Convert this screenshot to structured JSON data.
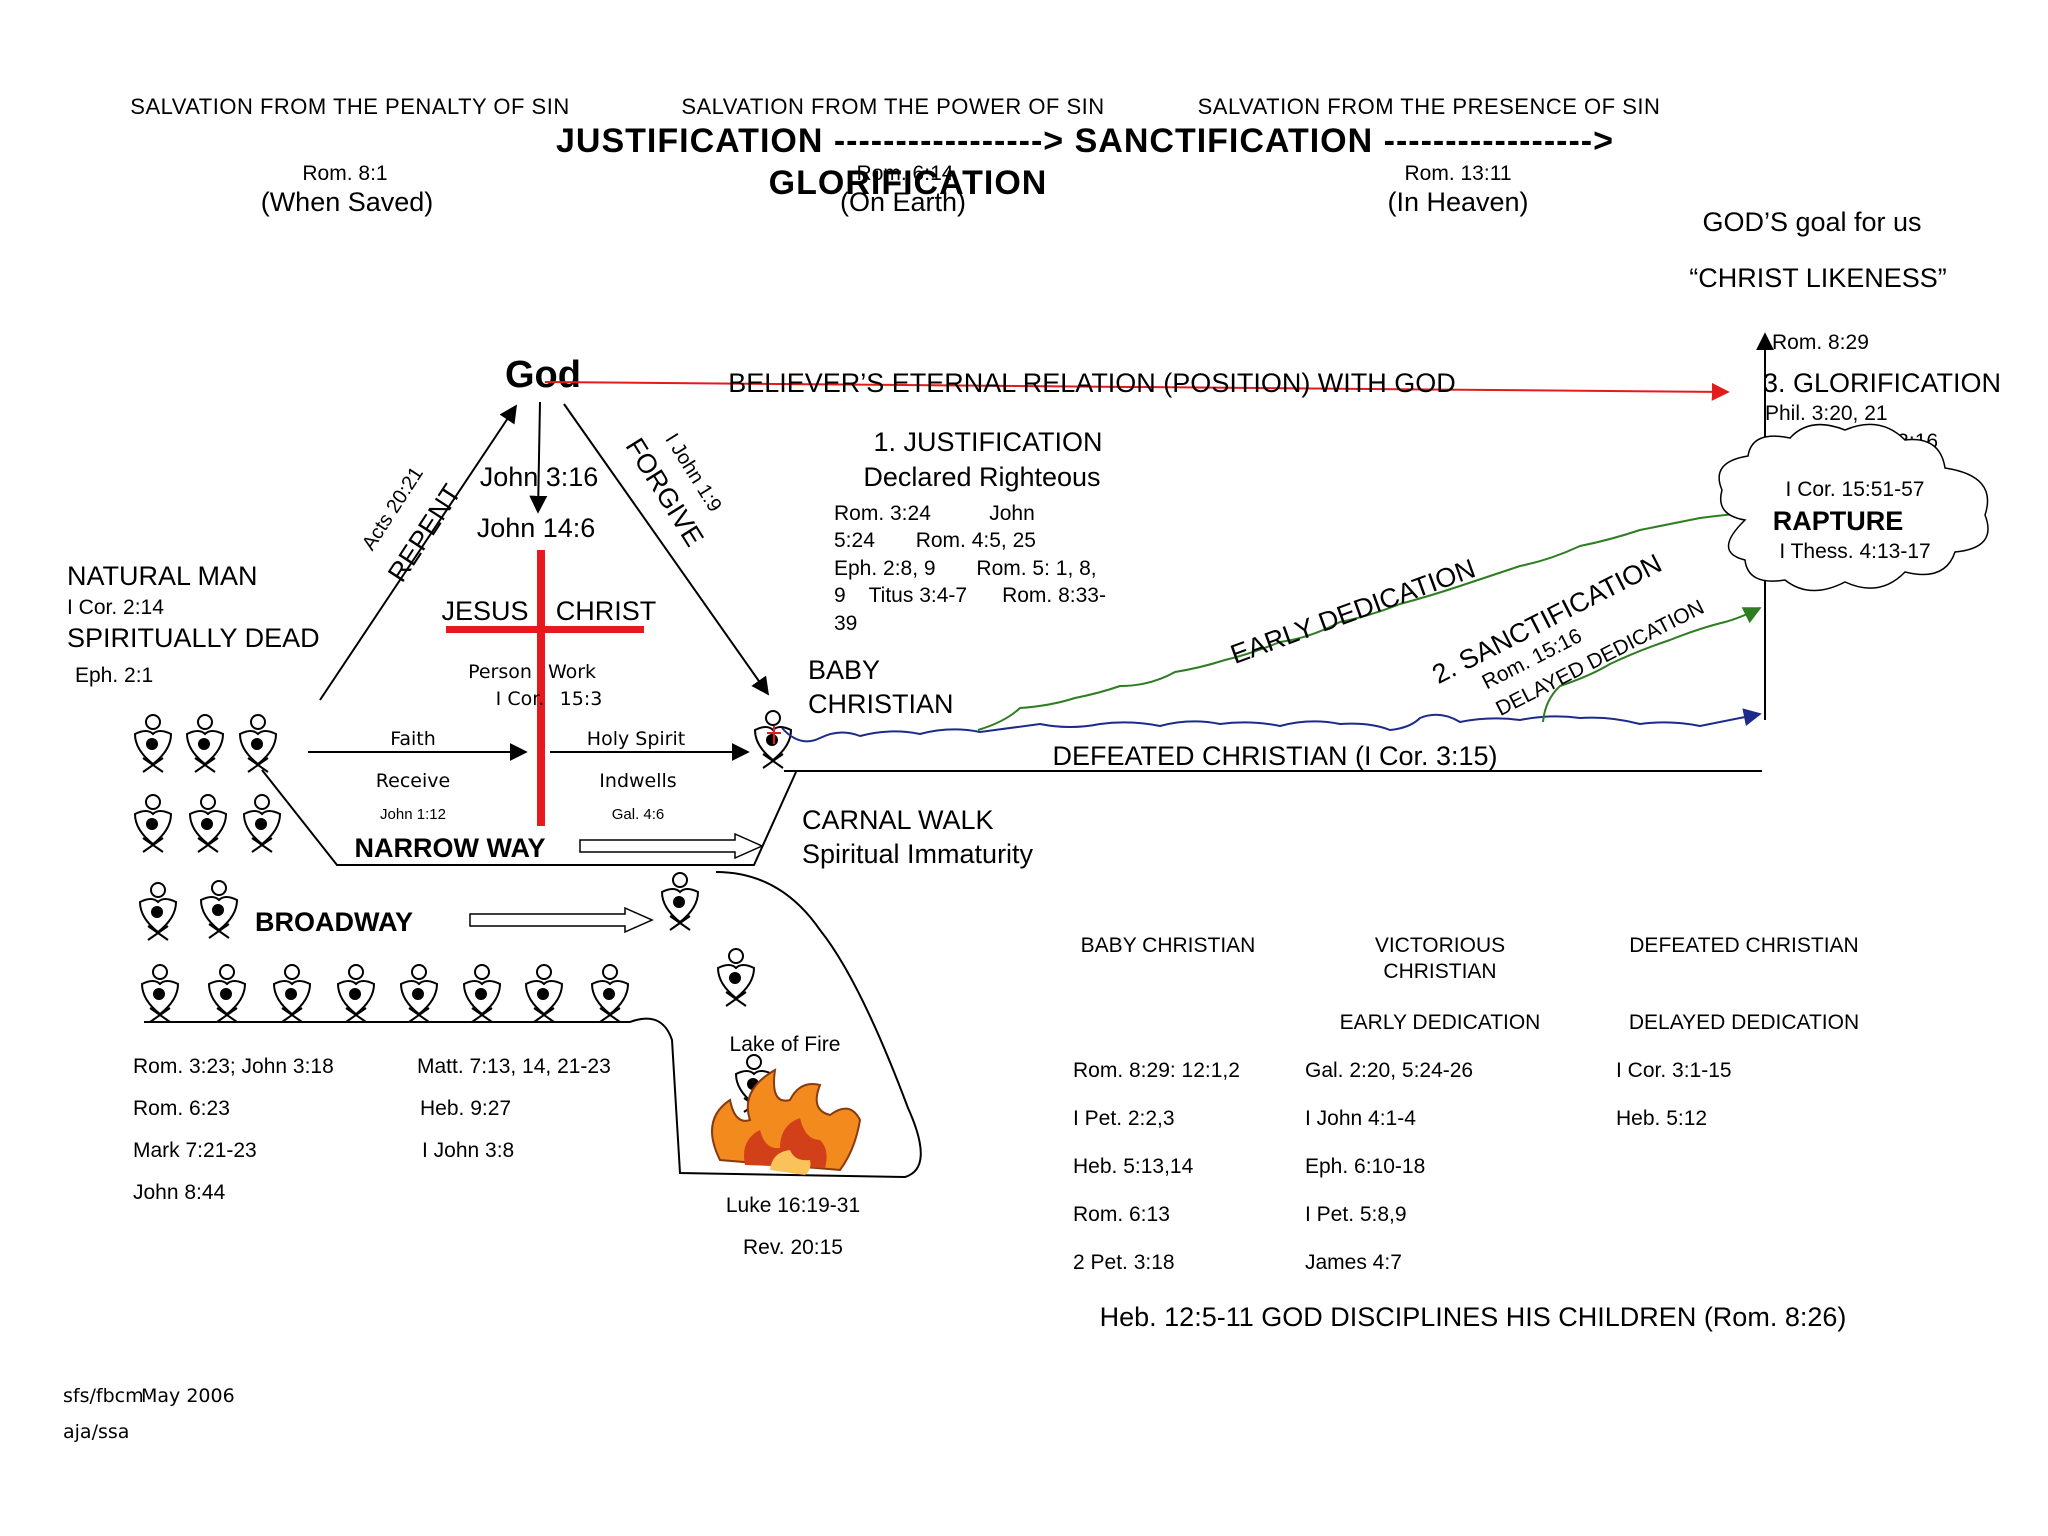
{
  "header": {
    "col1_title": "SALVATION FROM THE PENALTY OF SIN",
    "col2_title": "SALVATION FROM THE POWER OF SIN",
    "col3_title": "SALVATION FROM THE PRESENCE OF SIN",
    "line1": "JUSTIFICATION -----------------> SANCTIFICATION ----------------->",
    "line2": "GLORIFICATION",
    "col1_ref": "Rom. 8:1",
    "col1_note": "(When Saved)",
    "col2_ref": "Rom. 6:14",
    "col2_note": "(On Earth)",
    "col3_ref": "Rom. 13:11",
    "col3_note": "(In Heaven)",
    "goal_line1": "GOD’S goal for us",
    "goal_line2": "“CHRIST LIKENESS”"
  },
  "diagram": {
    "god": "God",
    "eternal_relation": "BELIEVER’S ETERNAL RELATION (POSITION) WITH GOD",
    "repent": "REPENT",
    "acts_ref": "Acts 20:21",
    "forgive": "FORGIVE",
    "ijohn_ref": "I John 1:9",
    "john316": "John 3:16",
    "john146": "John 14:6",
    "natural_man": "NATURAL MAN",
    "icor214": "I Cor. 2:14",
    "spiritually_dead": "SPIRITUALLY DEAD",
    "eph21": "Eph. 2:1",
    "jesus": "JESUS",
    "christ": "CHRIST",
    "person": "Person",
    "work": "Work",
    "icor153_a": "I Cor.",
    "icor153_b": "15:3",
    "faith": "Faith",
    "receive": "Receive",
    "john112": "John 1:12",
    "holy_spirit": "Holy Spirit",
    "indwells": "Indwells",
    "gal46": "Gal. 4:6",
    "narrow_way": "NARROW WAY",
    "broadway": "BROADWAY",
    "baby_christian_1": "BABY",
    "baby_christian_2": "CHRISTIAN",
    "carnal_walk": "CARNAL WALK",
    "spiritual_immaturity": "Spiritual Immaturity",
    "defeated_christian": "DEFEATED CHRISTIAN (I Cor. 3:15)",
    "early_dedication": "EARLY DEDICATION",
    "sanctification": "2. SANCTIFICATION",
    "rom1516": "Rom. 15:16",
    "delayed_dedication": "DELAYED DEDICATION",
    "justification_title": "1. JUSTIFICATION",
    "declared_righteous": "Declared Righteous",
    "just_refs": [
      "Rom. 3:24          John",
      "5:24       Rom. 4:5, 25",
      "Eph. 2:8, 9       Rom. 5: 1, 8,",
      "9    Titus 3:4-7      Rom. 8:33-",
      "39"
    ],
    "rom829_top": "Rom. 8:29",
    "glorification_title": "3. GLORIFICATION",
    "phil320": "Phil. 3:20, 21",
    "tim316": "1 Tim 3:16",
    "icor1551": "I Cor. 15:51-57",
    "rapture": "RAPTURE",
    "ithess": "I Thess. 4:13-17",
    "lake_of_fire": "Lake of Fire",
    "luke": "Luke 16:19-31",
    "rev": "Rev. 20:15"
  },
  "lost_refs": {
    "left": [
      "Rom. 3:23; John 3:18",
      "Rom. 6:23",
      "Mark 7:21-23",
      "John 8:44"
    ],
    "right": [
      "Matt. 7:13, 14, 21-23",
      "Heb. 9:27",
      "I John 3:8"
    ]
  },
  "table": {
    "col1_head": "BABY CHRISTIAN",
    "col2_head_1": "VICTORIOUS",
    "col2_head_2": "CHRISTIAN",
    "col3_head": "DEFEATED CHRISTIAN",
    "col2_sub": "EARLY DEDICATION",
    "col3_sub": "DELAYED DEDICATION",
    "col1_refs": [
      "Rom. 8:29: 12:1,2",
      "I Pet. 2:2,3",
      "Heb. 5:13,14",
      "Rom. 6:13",
      "2 Pet. 3:18"
    ],
    "col2_refs": [
      "Gal. 2:20, 5:24-26",
      "I John 4:1-4",
      "Eph. 6:10-18",
      "I Pet. 5:8,9",
      "James 4:7"
    ],
    "col3_refs": [
      "I Cor. 3:1-15",
      "Heb. 5:12"
    ],
    "discipline": "Heb. 12:5-11 GOD DISCIPLINES HIS CHILDREN (Rom. 8:26)"
  },
  "footer": {
    "line1a": "sfs/fbcm",
    "line1b": "May 2006",
    "line2": "aja/ssa"
  },
  "colors": {
    "cross": "#e8191c",
    "eternal_arrow": "#e31b1b",
    "early_path": "#2e7d22",
    "defeated_path": "#1c2a8a",
    "fire_orange": "#f28a1e",
    "fire_red": "#d2401a"
  }
}
